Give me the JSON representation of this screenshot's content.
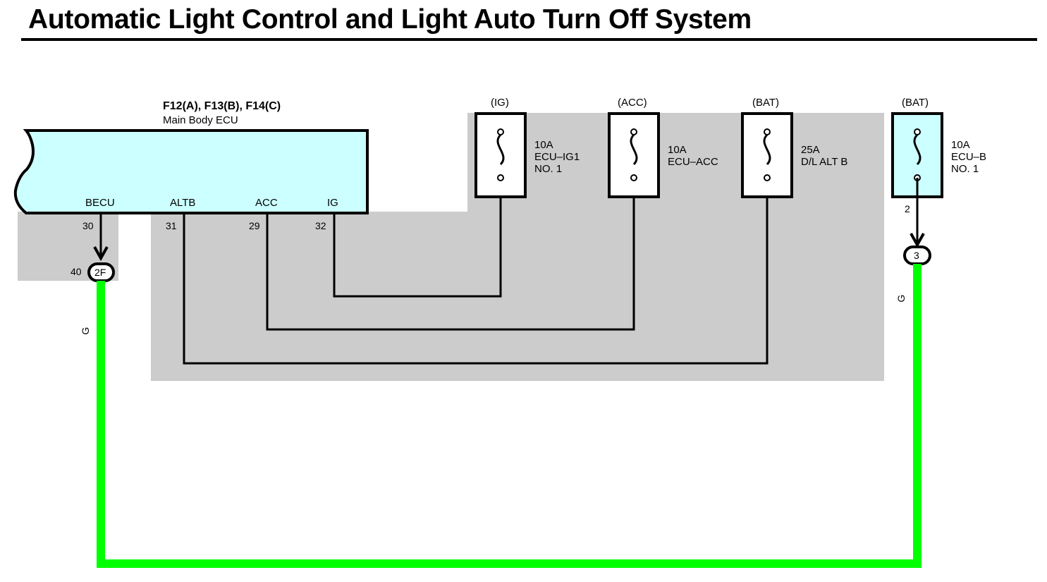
{
  "title": "Automatic Light Control and Light Auto Turn Off System",
  "ecu": {
    "connectors": "F12(A), F13(B), F14(C)",
    "name": "Main Body ECU",
    "terminals": [
      {
        "label": "BECU",
        "pin": "30"
      },
      {
        "label": "ALTB",
        "pin": "31"
      },
      {
        "label": "ACC",
        "pin": "29"
      },
      {
        "label": "IG",
        "pin": "32"
      }
    ]
  },
  "fuses": [
    {
      "source": "(IG)",
      "rating": "10A",
      "name": "ECU–IG1",
      "line3": "NO. 1"
    },
    {
      "source": "(ACC)",
      "rating": "10A",
      "name": "ECU–ACC",
      "line3": ""
    },
    {
      "source": "(BAT)",
      "rating": "25A",
      "name": "D/L ALT B",
      "line3": ""
    },
    {
      "source": "(BAT)",
      "rating": "10A",
      "name": "ECU–B",
      "line3": "NO. 1",
      "pin": "2"
    }
  ],
  "junctions": [
    {
      "code": "2F",
      "pin": "40"
    },
    {
      "code": "3"
    }
  ],
  "wire_color_code": "G",
  "colors": {
    "ecu_fill": "#ccffff",
    "fuse_fill": "#ccffff",
    "shade": "#cccccc",
    "wire_green": "#00ff00"
  }
}
